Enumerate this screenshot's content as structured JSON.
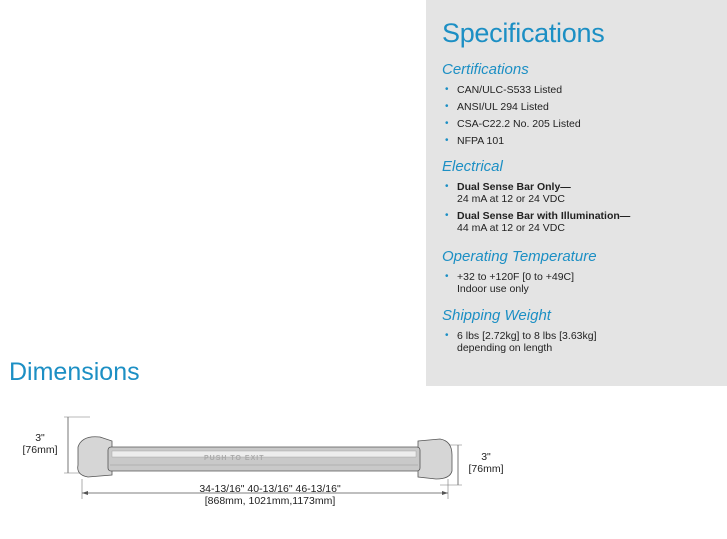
{
  "specifications": {
    "title": "Specifications",
    "sections": [
      {
        "heading": "Certifications",
        "items": [
          {
            "bold": "",
            "text": "CAN/ULC-S533 Listed"
          },
          {
            "bold": "",
            "text": "ANSI/UL 294 Listed"
          },
          {
            "bold": "",
            "text": "CSA-C22.2 No. 205 Listed"
          },
          {
            "bold": "",
            "text": "NFPA 101"
          }
        ]
      },
      {
        "heading": "Electrical",
        "items": [
          {
            "bold": "Dual Sense Bar Only—",
            "text": "24 mA at 12 or 24 VDC"
          },
          {
            "bold": "Dual Sense Bar with Illumination—",
            "text": "44 mA at 12 or 24 VDC"
          }
        ]
      },
      {
        "heading": "Operating Temperature",
        "items": [
          {
            "bold": "",
            "text": "+32 to +120F [0 to +49C]",
            "text2": "Indoor use only"
          }
        ]
      },
      {
        "heading": "Shipping Weight",
        "items": [
          {
            "bold": "",
            "text": "6 lbs [2.72kg] to 8 lbs [3.63kg]",
            "text2": "depending on length"
          }
        ]
      }
    ]
  },
  "dimensions": {
    "title": "Dimensions",
    "left_height": {
      "line1": "3\"",
      "line2": "[76mm]"
    },
    "right_height": {
      "line1": "3\"",
      "line2": "[76mm]"
    },
    "length": {
      "line1": "34-13/16\" 40-13/16\" 46-13/16\"",
      "line2": "[868mm, 1021mm,1173mm]"
    },
    "bar_label": "PUSH TO EXIT"
  }
}
